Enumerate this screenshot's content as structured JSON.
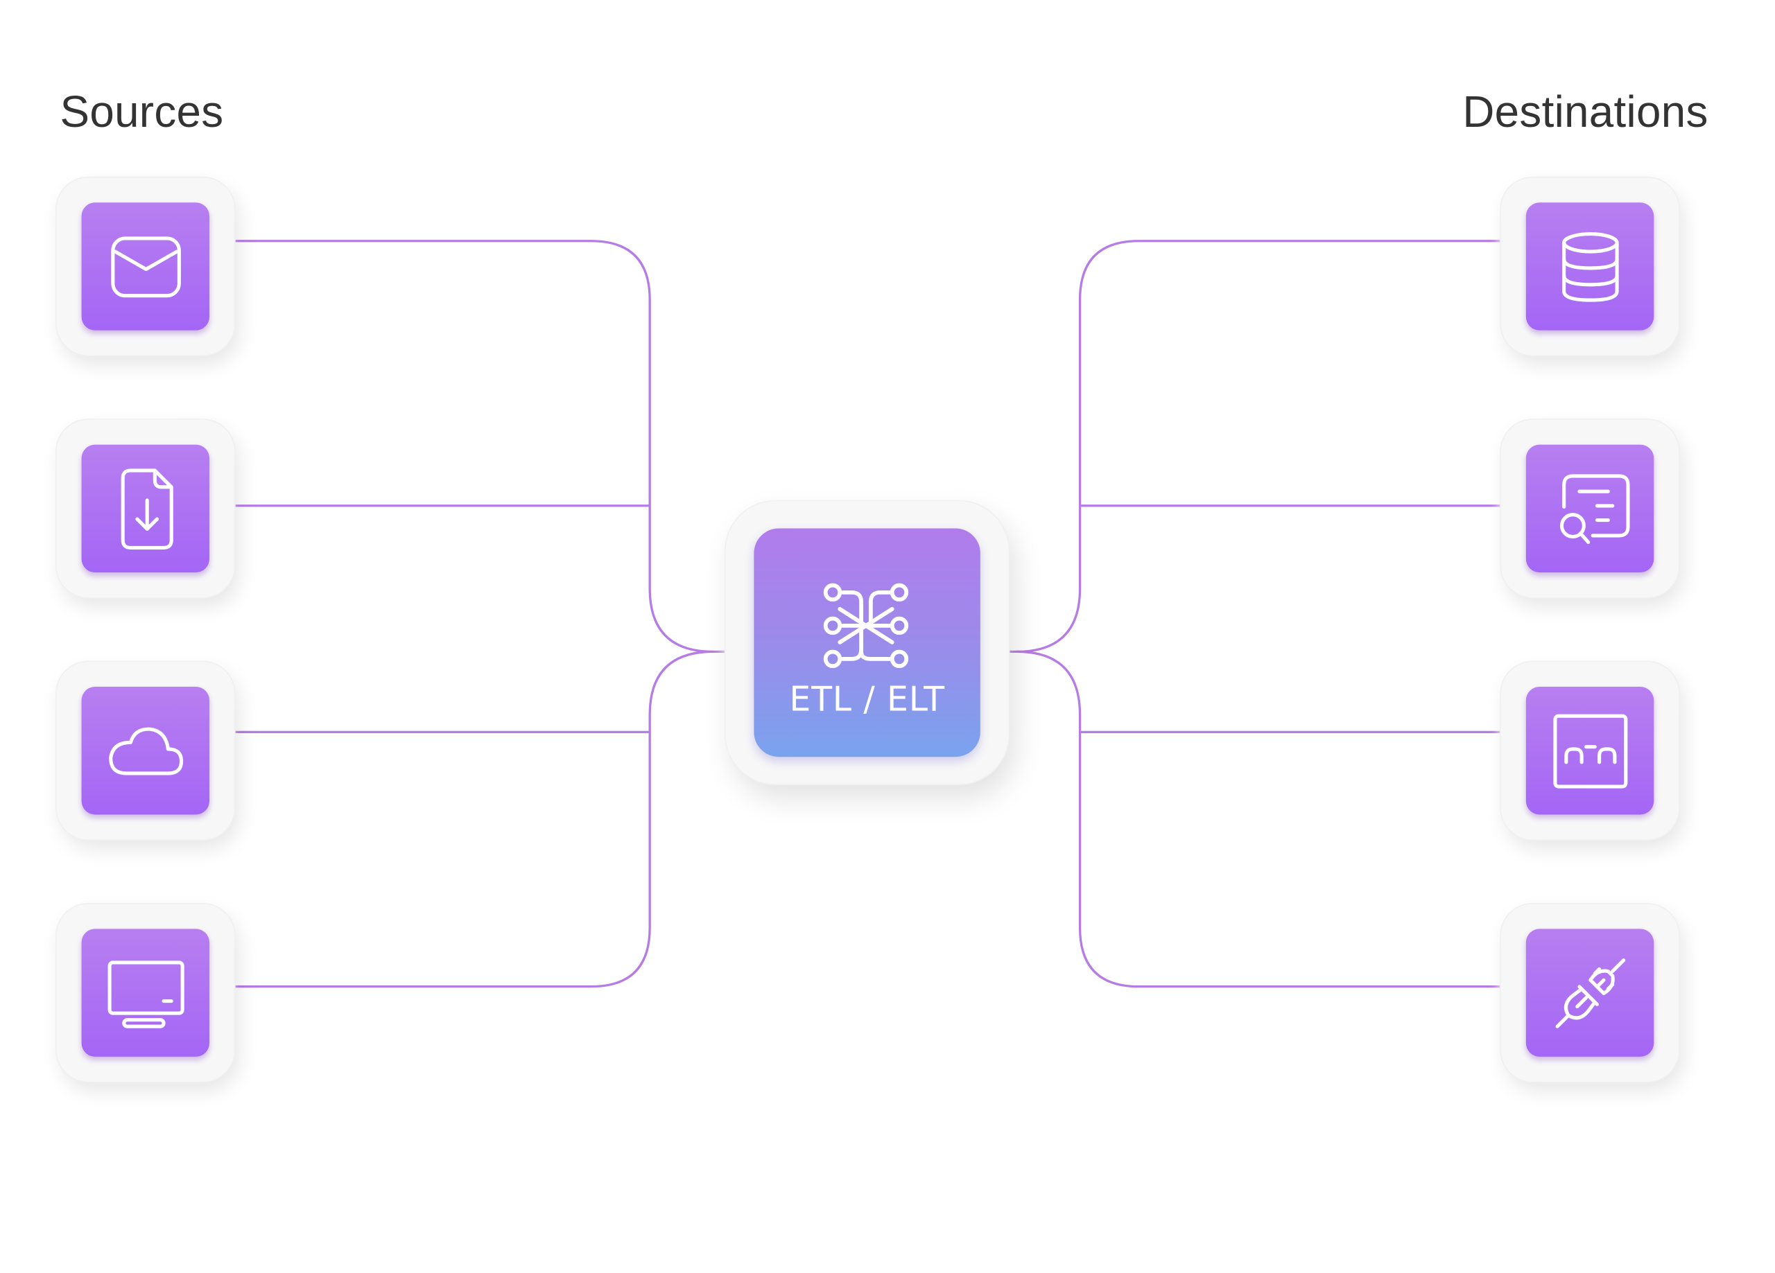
{
  "sources": {
    "heading": "Sources",
    "items": [
      {
        "icon": "mail-icon"
      },
      {
        "icon": "file-download-icon"
      },
      {
        "icon": "cloud-icon"
      },
      {
        "icon": "desktop-computer-icon"
      }
    ]
  },
  "destinations": {
    "heading": "Destinations",
    "items": [
      {
        "icon": "database-icon"
      },
      {
        "icon": "document-search-icon"
      },
      {
        "icon": "screen-icon"
      },
      {
        "icon": "plug-icon"
      }
    ]
  },
  "hub": {
    "label": "ETL / ELT",
    "icon": "pipeline-flow-icon"
  },
  "colors": {
    "tile_top": "#b77ff0",
    "tile_bottom": "#a466f5",
    "hub_top": "#b17cec",
    "hub_bottom": "#7aa3ee",
    "connector": "#b57be6",
    "heading_text": "#333333"
  }
}
